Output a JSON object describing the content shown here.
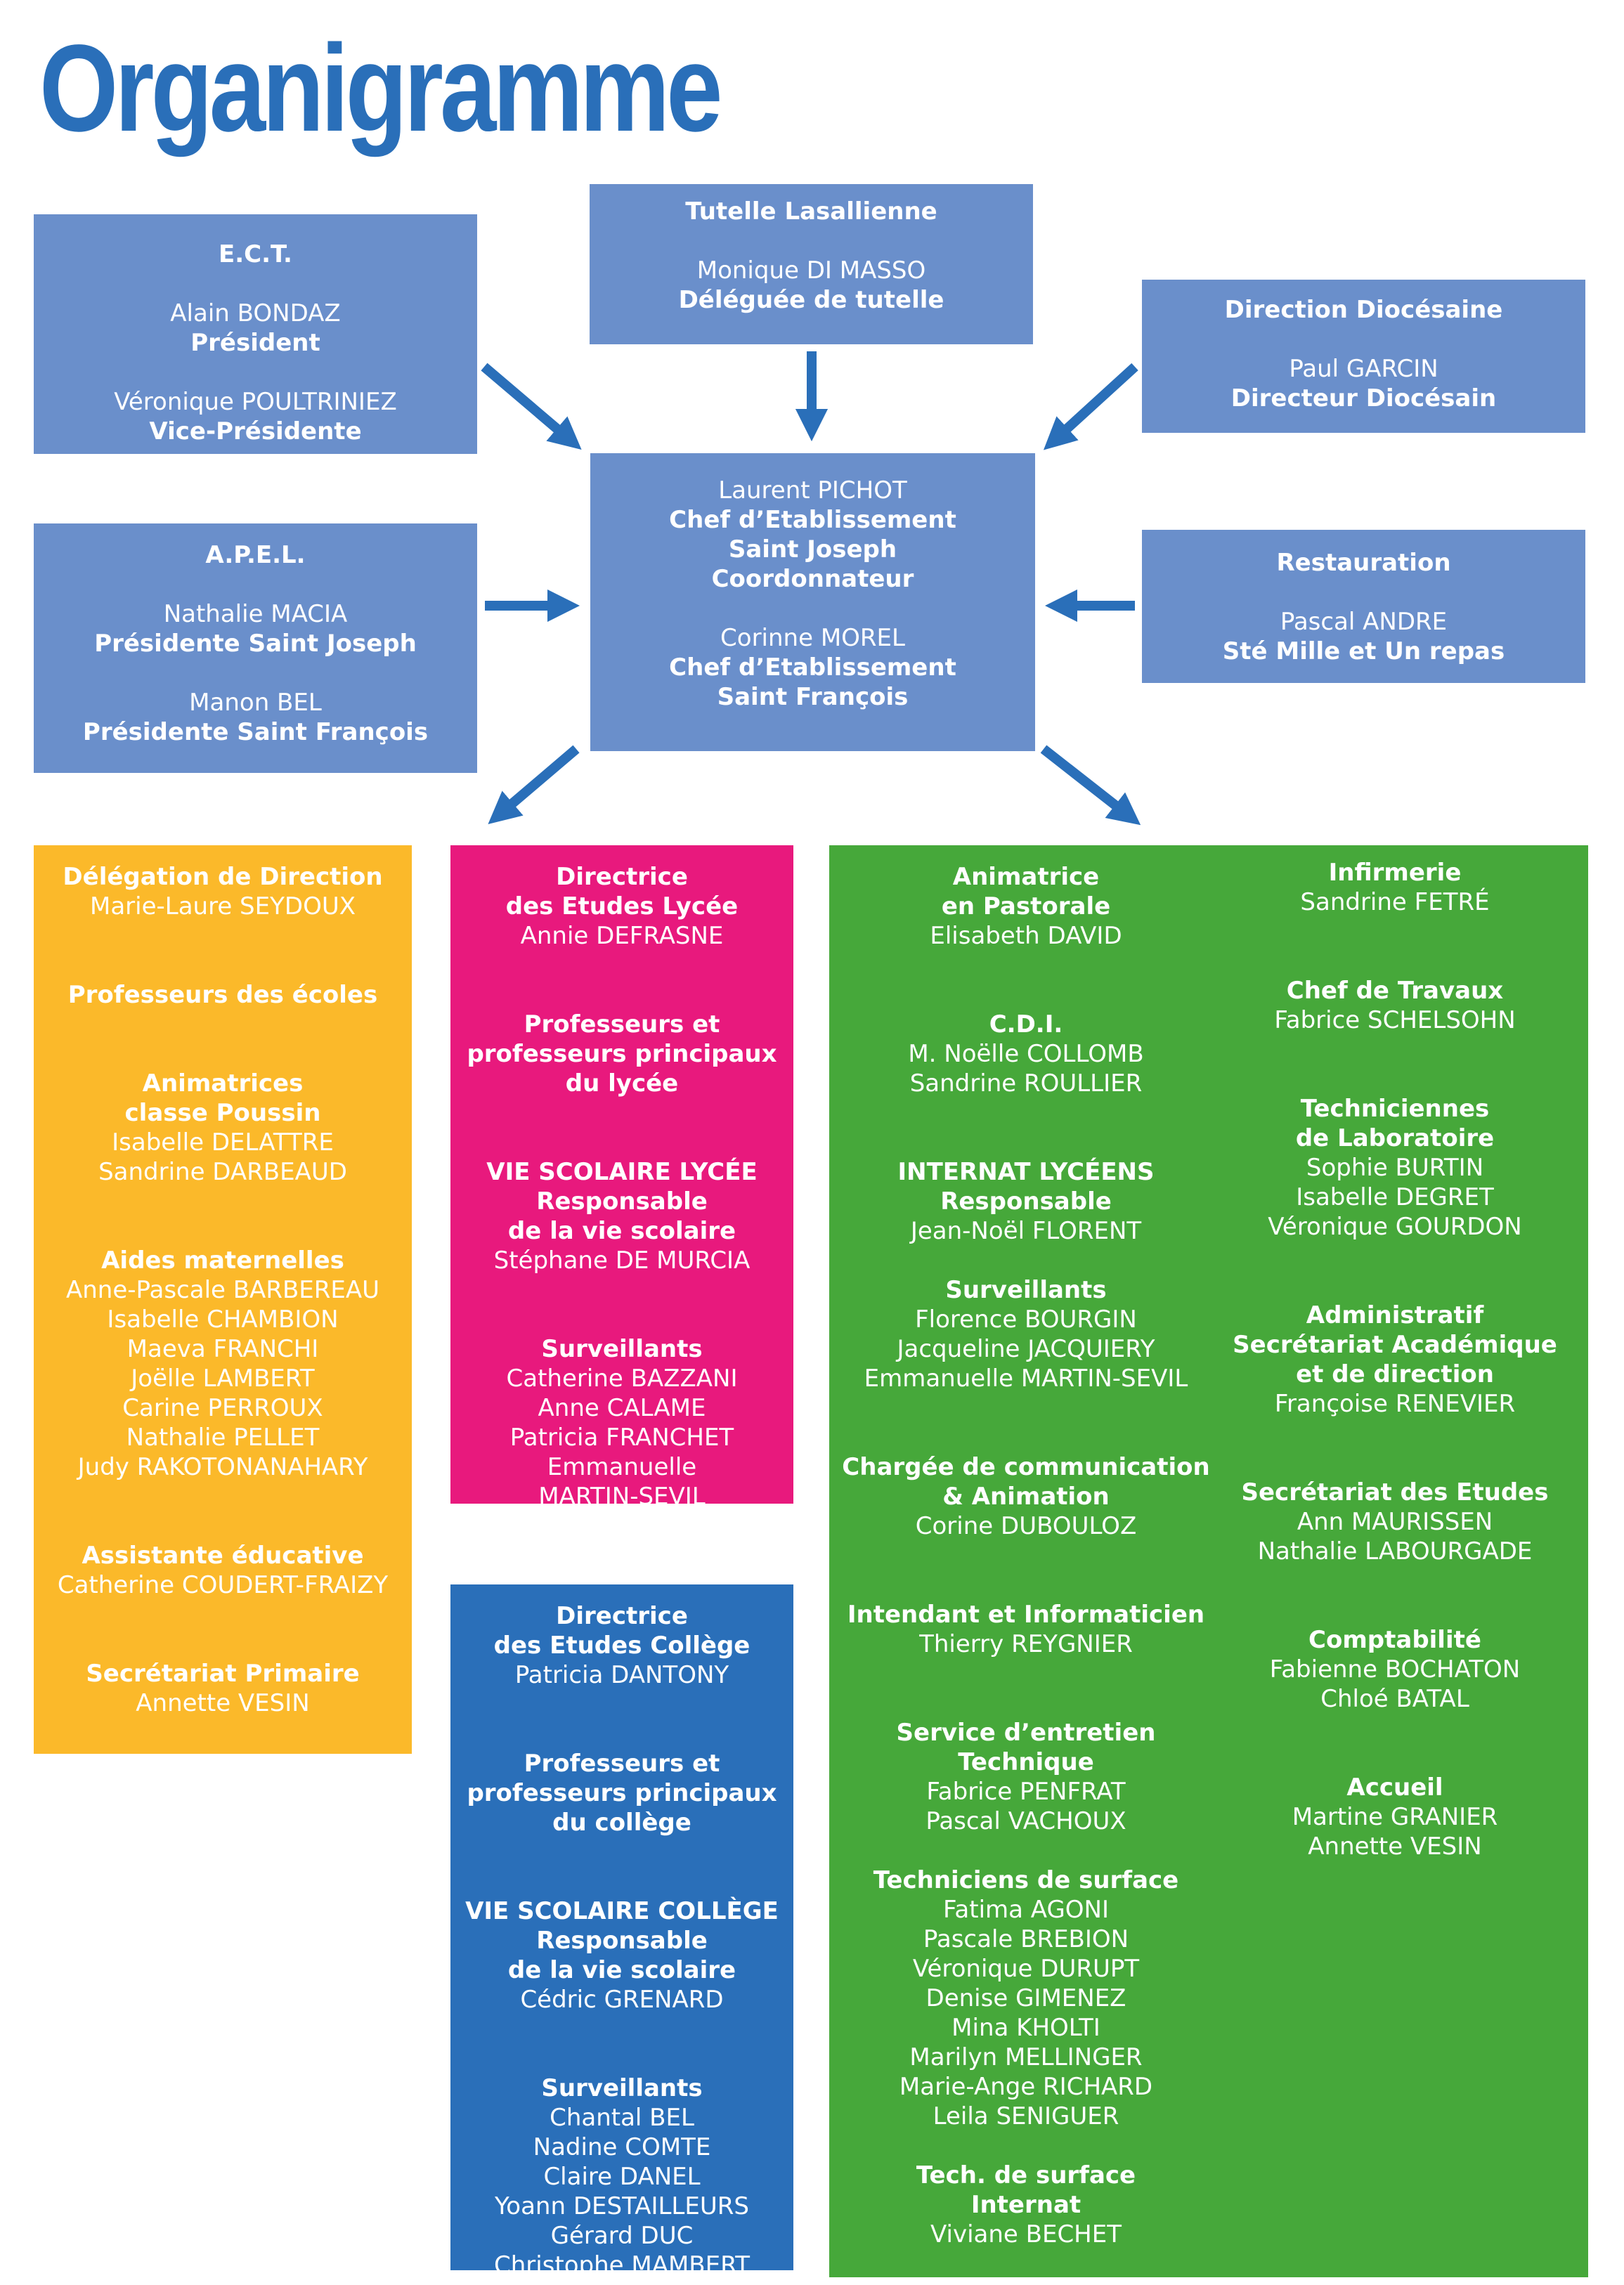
{
  "title": "Organigramme",
  "colors": {
    "title": "#2a6fb9",
    "top_boxes": "#6a8fcb",
    "arrows": "#2a6fb9",
    "delegation": "#fbb92a",
    "lycee": "#e8197d",
    "college": "#2a6fb9",
    "services": "#46a83a"
  },
  "ect": {
    "heading": "E.C.T.",
    "person1": "Alain BONDAZ",
    "role1": "Président",
    "person2": "Véronique POULTRINIEZ",
    "role2": "Vice-Présidente"
  },
  "tutelle": {
    "heading": "Tutelle Lasallienne",
    "person": "Monique DI MASSO",
    "role": "Déléguée de tutelle"
  },
  "diocesaine": {
    "heading": "Direction Diocésaine",
    "person": "Paul GARCIN",
    "role": "Directeur Diocésain"
  },
  "apel": {
    "heading": "A.P.E.L.",
    "person1": "Nathalie MACIA",
    "role1": "Présidente Saint Joseph",
    "person2": "Manon BEL",
    "role2": "Présidente Saint François"
  },
  "center": {
    "person1": "Laurent PICHOT",
    "role1_lines": [
      "Chef d’Etablissement",
      "Saint Joseph",
      "Coordonnateur"
    ],
    "person2": "Corinne MOREL",
    "role2_lines": [
      "Chef d’Etablissement",
      "Saint François"
    ]
  },
  "restauration": {
    "heading": "Restauration",
    "person": "Pascal ANDRE",
    "role": "Sté Mille et Un repas"
  },
  "delegation": [
    {
      "heading": [
        "Délégation de Direction"
      ],
      "names": [
        "Marie-Laure  SEYDOUX"
      ]
    },
    {
      "heading": [
        "Professeurs des écoles"
      ],
      "names": []
    },
    {
      "heading": [
        "Animatrices",
        "classe Poussin"
      ],
      "names": [
        "Isabelle DELATTRE",
        "Sandrine DARBEAUD"
      ]
    },
    {
      "heading": [
        "Aides maternelles"
      ],
      "names": [
        "Anne-Pascale BARBEREAU",
        "Isabelle CHAMBION",
        "Maeva FRANCHI",
        "Joëlle LAMBERT",
        "Carine PERROUX",
        "Nathalie PELLET",
        "Judy RAKOTONANAHARY"
      ]
    },
    {
      "heading": [
        "Assistante éducative"
      ],
      "names": [
        "Catherine COUDERT-FRAIZY"
      ]
    },
    {
      "heading": [
        "Secrétariat Primaire"
      ],
      "names": [
        "Annette VESIN"
      ]
    }
  ],
  "lycee": [
    {
      "heading": [
        "Directrice",
        "des Etudes Lycée"
      ],
      "names": [
        "Annie DEFRASNE"
      ]
    },
    {
      "heading": [
        "Professeurs et",
        "professeurs principaux",
        "du lycée"
      ],
      "names": []
    },
    {
      "heading": [
        "VIE SCOLAIRE LYCÉE",
        "Responsable",
        "de la vie scolaire"
      ],
      "names": [
        "Stéphane DE MURCIA"
      ]
    },
    {
      "heading": [
        "Surveillants"
      ],
      "names": [
        "Catherine BAZZANI",
        "Anne CALAME",
        "Patricia FRANCHET",
        "Emmanuelle",
        "MARTIN-SEVIL"
      ]
    }
  ],
  "college": [
    {
      "heading": [
        "Directrice",
        "des Etudes Collège"
      ],
      "names": [
        "Patricia DANTONY"
      ]
    },
    {
      "heading": [
        "Professeurs et",
        "professeurs principaux",
        "du collège"
      ],
      "names": []
    },
    {
      "heading": [
        "VIE SCOLAIRE COLLÈGE",
        "Responsable",
        "de la vie scolaire"
      ],
      "names": [
        "Cédric GRENARD"
      ]
    },
    {
      "heading": [
        "Surveillants"
      ],
      "names": [
        "Chantal BEL",
        "Nadine COMTE",
        "Claire DANEL",
        "Yoann DESTAILLEURS",
        "Gérard DUC",
        "Christophe MAMBERT"
      ]
    }
  ],
  "services_left": [
    {
      "heading": [
        "Animatrice",
        "en Pastorale"
      ],
      "names": [
        "Elisabeth DAVID"
      ]
    },
    {
      "heading": [
        "C.D.I."
      ],
      "names": [
        "M. Noëlle COLLOMB",
        "Sandrine ROULLIER"
      ]
    },
    {
      "heading": [
        "INTERNAT LYCÉENS",
        "Responsable"
      ],
      "names": [
        "Jean-Noël FLORENT"
      ]
    },
    {
      "heading": [
        "Surveillants"
      ],
      "names": [
        "Florence BOURGIN",
        "Jacqueline JACQUIERY",
        "Emmanuelle MARTIN-SEVIL"
      ]
    },
    {
      "heading": [
        "Chargée de communication",
        "& Animation"
      ],
      "names": [
        "Corine DUBOULOZ"
      ]
    },
    {
      "heading": [
        "Intendant et Informaticien"
      ],
      "names": [
        "Thierry REYGNIER"
      ]
    },
    {
      "heading": [
        "Service d’entretien",
        "Technique"
      ],
      "names": [
        "Fabrice PENFRAT",
        "Pascal VACHOUX"
      ]
    },
    {
      "heading": [
        "Techniciens de surface"
      ],
      "names": [
        "Fatima AGONI",
        "Pascale BREBION",
        "Véronique DURUPT",
        "Denise GIMENEZ",
        "Mina KHOLTI",
        "Marilyn MELLINGER",
        "Marie-Ange RICHARD",
        "Leila SENIGUER"
      ]
    },
    {
      "heading": [
        "Tech. de surface",
        "Internat"
      ],
      "names": [
        "Viviane BECHET"
      ]
    }
  ],
  "services_right": [
    {
      "heading": [
        "Infirmerie"
      ],
      "names": [
        "Sandrine FETRÉ"
      ]
    },
    {
      "heading": [
        "Chef de Travaux"
      ],
      "names": [
        "Fabrice SCHELSOHN"
      ]
    },
    {
      "heading": [
        "Techniciennes",
        "de Laboratoire"
      ],
      "names": [
        "Sophie BURTIN",
        "Isabelle DEGRET",
        "Véronique GOURDON"
      ]
    },
    {
      "heading": [
        "Administratif",
        "Secrétariat Académique",
        "et de direction"
      ],
      "names": [
        "Françoise RENEVIER"
      ]
    },
    {
      "heading": [
        "Secrétariat des Etudes"
      ],
      "names": [
        "Ann MAURISSEN",
        "Nathalie LABOURGADE"
      ]
    },
    {
      "heading": [
        "Comptabilité"
      ],
      "names": [
        "Fabienne BOCHATON",
        "Chloé BATAL"
      ]
    },
    {
      "heading": [
        "Accueil"
      ],
      "names": [
        "Martine GRANIER",
        "Annette VESIN"
      ]
    }
  ]
}
